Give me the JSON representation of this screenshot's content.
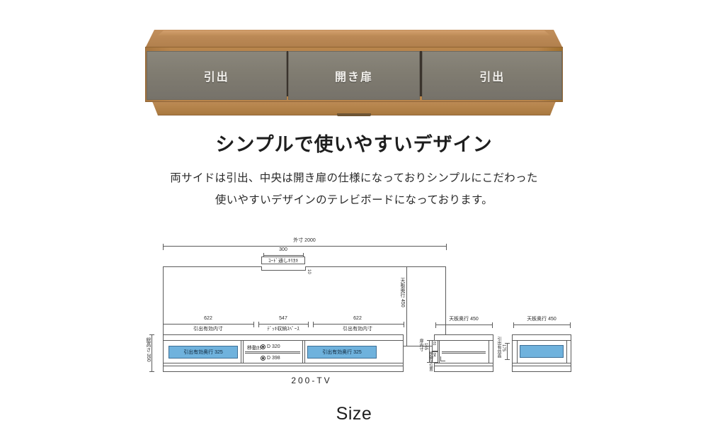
{
  "product_photo": {
    "alt": "wooden tv board with three fronts",
    "wood_color": "#b8854c",
    "front_color": "#807c71",
    "fronts": [
      {
        "label": "引出"
      },
      {
        "label": "開き扉"
      },
      {
        "label": "引出"
      }
    ]
  },
  "headline": "シンプルで使いやすいデザイン",
  "description_line1": "両サイドは引出、中央は開き扉の仕様になっておりシンプルにこだわった",
  "description_line2": "使いやすいデザインのテレビボードになっております。",
  "size_caption": "Size",
  "drawing": {
    "model_name": "200-TV",
    "plan_view": {
      "overall_width_label": "外寸 2000",
      "notch_width": "300",
      "notch_label": "ｺｰﾄﾞ通しｷﾘｶｷ",
      "notch_depth": "10",
      "depth_label": "天板奥行 450"
    },
    "front_view": {
      "compartments": [
        {
          "dimension": "622",
          "label": "引出有効内寸"
        },
        {
          "dimension": "547",
          "label": "ﾃﾞｯｷ収納ｽﾍﾟｰｽ"
        },
        {
          "dimension": "622",
          "label": "引出有効内寸"
        }
      ],
      "total_height_label": "総高さ 350",
      "drawer_depth_left": "引出有効奥行 325",
      "drawer_depth_right": "引出有効奥行 325",
      "center_shelf_top": "移動ｶﾀ",
      "center_shelf_top_dim": "D 320",
      "center_shelf_bottom_dim": "D 398"
    },
    "side_view_door": {
      "depth_label": "天板奥行 450",
      "inner_height_label": "扉内寸",
      "inner_height_value": "165",
      "shelf_pos_label": "移動ｶﾀ位置",
      "shelf_steps": [
        "81",
        "84"
      ]
    },
    "side_view_drawer": {
      "depth_label": "天板奥行 450",
      "drawer_height_label": "引出有効高",
      "drawer_height_value": "175"
    }
  }
}
